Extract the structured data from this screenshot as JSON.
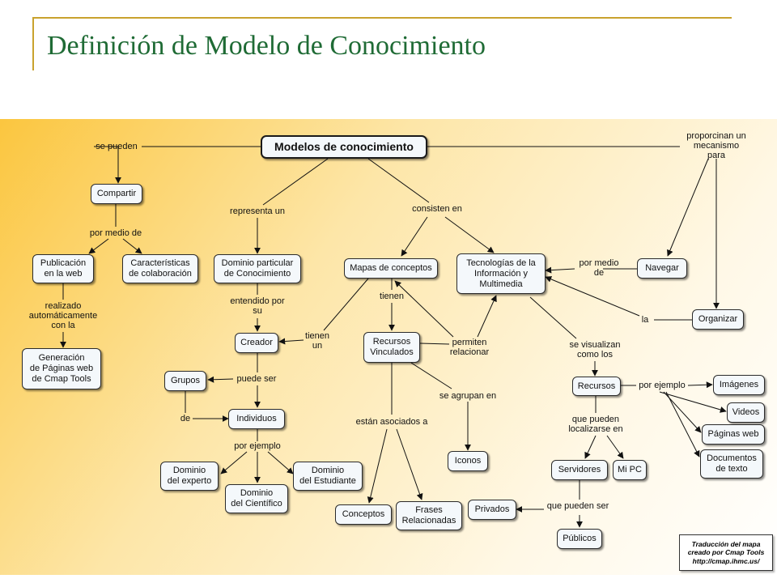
{
  "slide": {
    "title": "Definición de Modelo de Conocimiento"
  },
  "map": {
    "nodes": {
      "modelos": "Modelos de conocimiento",
      "compartir": "Compartir",
      "publicacion": "Publicación\nen la web",
      "caracteristicas": "Características\nde colaboración",
      "generacion": "Generación\nde Páginas web\nde Cmap Tools",
      "dominio_particular": "Dominio particular\nde Conocimiento",
      "creador": "Creador",
      "grupos": "Grupos",
      "individuos": "Individuos",
      "dominio_experto": "Dominio\ndel experto",
      "dominio_cientifico": "Dominio\ndel Científico",
      "dominio_estudiante": "Dominio\ndel Estudiante",
      "mapas": "Mapas de conceptos",
      "recursos_vinculados": "Recursos\nVinculados",
      "conceptos": "Conceptos",
      "frases": "Frases\nRelacionadas",
      "iconos": "Iconos",
      "tecnologias": "Tecnologías de la\nInformación y\nMultimedia",
      "navegar": "Navegar",
      "organizar": "Organizar",
      "recursos": "Recursos",
      "imagenes": "Imágenes",
      "videos": "Videos",
      "paginas_web": "Páginas web",
      "documentos": "Documentos\nde texto",
      "servidores": "Servidores",
      "mi_pc": "Mi PC",
      "privados": "Privados",
      "publicos": "Públicos"
    },
    "links": {
      "se_pueden": "se pueden",
      "por_medio_de": "por medio de",
      "realizado": "realizado\nautomáticamente\ncon la",
      "representa_un": "representa un",
      "consisten_en": "consisten en",
      "proporcinan": "proporcinan un\nmecanismo para",
      "entendido": "entendido por\nsu",
      "tienen_un": "tienen\nun",
      "tienen": "tienen",
      "permiten": "permiten\nrelacionar",
      "por_medio_de2": "por medio\nde",
      "la": "la",
      "puede_ser": "puede ser",
      "de": "de",
      "por_ejemplo": "por ejemplo",
      "estan_asociados": "están asociados a",
      "se_agrupan": "se agrupan en",
      "se_visualizan": "se visualizan\ncomo los",
      "por_ejemplo2": "por ejemplo",
      "que_pueden_localizarse": "que pueden\nlocalizarse en",
      "que_pueden_ser": "que pueden ser"
    },
    "credit": "Traducción del mapa\ncreado por Cmap Tools\nhttp://cmap.ihmc.us/"
  }
}
